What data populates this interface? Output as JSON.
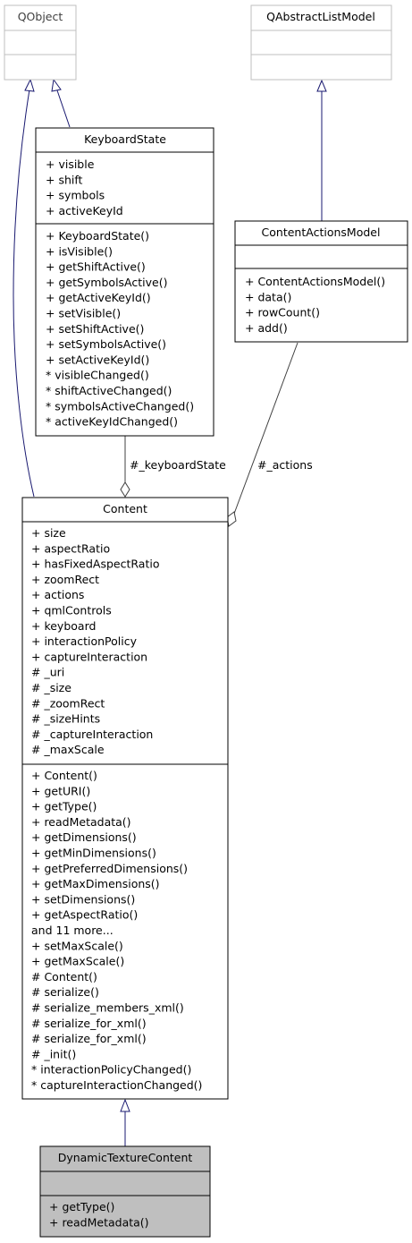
{
  "classes": {
    "qobject": {
      "title": "QObject",
      "attributes": [],
      "methods": []
    },
    "qabstractlistmodel": {
      "title": "QAbstractListModel",
      "attributes": [],
      "methods": []
    },
    "keyboardstate": {
      "title": "KeyboardState",
      "attributes": [
        "+ visible",
        "+ shift",
        "+ symbols",
        "+ activeKeyId"
      ],
      "methods": [
        "+ KeyboardState()",
        "+ isVisible()",
        "+ getShiftActive()",
        "+ getSymbolsActive()",
        "+ getActiveKeyId()",
        "+ setVisible()",
        "+ setShiftActive()",
        "+ setSymbolsActive()",
        "+ setActiveKeyId()",
        "* visibleChanged()",
        "* shiftActiveChanged()",
        "* symbolsActiveChanged()",
        "* activeKeyIdChanged()"
      ]
    },
    "contentactionsmodel": {
      "title": "ContentActionsModel",
      "attributes": [],
      "methods": [
        "+ ContentActionsModel()",
        "+ data()",
        "+ rowCount()",
        "+ add()"
      ]
    },
    "content": {
      "title": "Content",
      "attributes": [
        "+ size",
        "+ aspectRatio",
        "+ hasFixedAspectRatio",
        "+ zoomRect",
        "+ actions",
        "+ qmlControls",
        "+ keyboard",
        "+ interactionPolicy",
        "+ captureInteraction",
        "# _uri",
        "# _size",
        "# _zoomRect",
        "# _sizeHints",
        "# _captureInteraction",
        "# _maxScale"
      ],
      "methods": [
        "+ Content()",
        "+ getURI()",
        "+ getType()",
        "+ readMetadata()",
        "+ getDimensions()",
        "+ getMinDimensions()",
        "+ getPreferredDimensions()",
        "+ getMaxDimensions()",
        "+ setDimensions()",
        "+ getAspectRatio()",
        "and 11 more...",
        "+ setMaxScale()",
        "+ getMaxScale()",
        "# Content()",
        "# serialize()",
        "# serialize_members_xml()",
        "# serialize_for_xml()",
        "# serialize_for_xml()",
        "# _init()",
        "* interactionPolicyChanged()",
        "* captureInteractionChanged()"
      ]
    },
    "dynamictexturecontent": {
      "title": "DynamicTextureContent",
      "attributes": [],
      "methods": [
        "+ getType()",
        "+ readMetadata()"
      ]
    }
  },
  "edges": {
    "keyboard_state_label": "#_keyboardState",
    "actions_label": "#_actions"
  },
  "colors": {
    "inheritance": "#191970",
    "association": "#404040",
    "highlight_fill": "#bfbfbf",
    "external_border": "#bfbfbf"
  }
}
